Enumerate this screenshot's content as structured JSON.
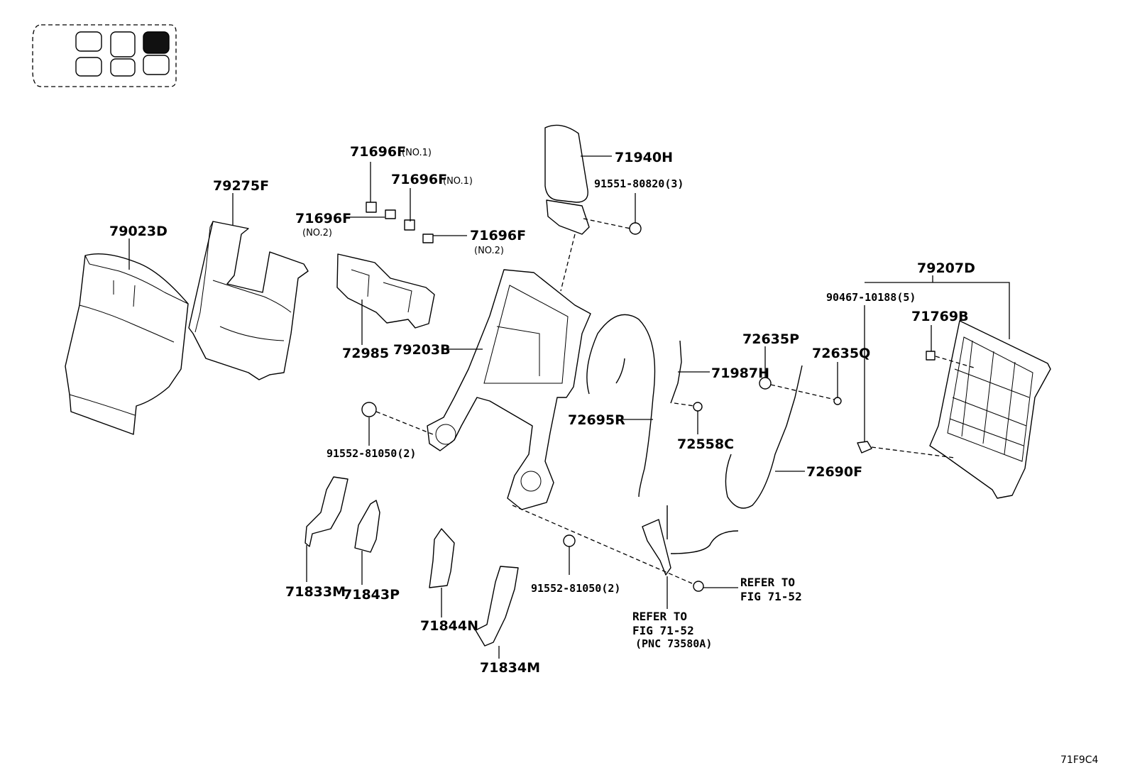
{
  "locator": {
    "layout_grid": "3x2",
    "highlighted_cell": "top-right"
  },
  "labels": {
    "p79023D": "79023D",
    "p79275F": "79275F",
    "p71696F_a": "71696F",
    "p71696F_a_note": "(NO.1)",
    "p71696F_b": "71696F",
    "p71696F_b_note": "(NO.1)",
    "p71696F_c": "71696F",
    "p71696F_c_note": "(NO.2)",
    "p71696F_d": "71696F",
    "p71696F_d_note": "(NO.2)",
    "p71940H": "71940H",
    "p91551": "91551-80820(3)",
    "p72985": "72985",
    "p79203B": "79203B",
    "p91552_a": "91552-81050(2)",
    "p72695R": "72695R",
    "p71987H": "71987H",
    "p72635P": "72635P",
    "p72635Q": "72635Q",
    "p72558C": "72558C",
    "p72690F": "72690F",
    "p79207D": "79207D",
    "p90467": "90467-10188(5)",
    "p71769B": "71769B",
    "p71833M": "71833M",
    "p71843P": "71843P",
    "p71844N": "71844N",
    "p71834M": "71834M",
    "p91552_b": "91552-81050(2)",
    "ref1_line1": "REFER TO",
    "ref1_line2": "FIG 71-52",
    "ref2_line1": "REFER TO",
    "ref2_line2": "FIG 71-52",
    "ref2_line3": "(PNC 73580A)",
    "figure_code": "71F9C4"
  }
}
